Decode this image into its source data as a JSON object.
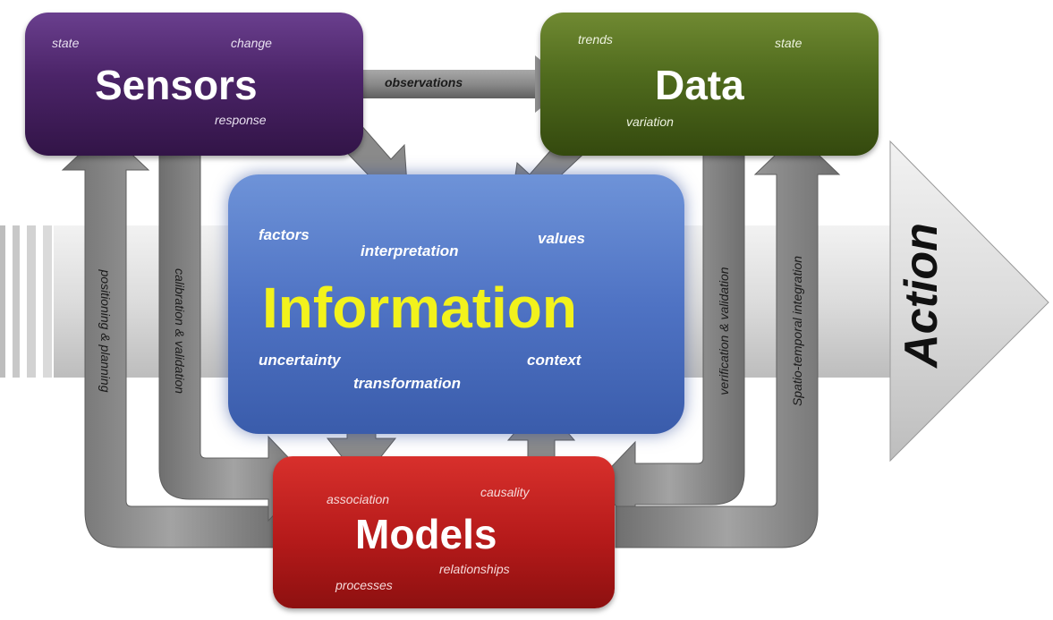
{
  "sensors": {
    "title": "Sensors",
    "keywords": [
      "state",
      "change",
      "response"
    ]
  },
  "data": {
    "title": "Data",
    "keywords": [
      "trends",
      "state",
      "variation"
    ]
  },
  "information": {
    "title": "Information",
    "keywords": [
      "factors",
      "interpretation",
      "values",
      "uncertainty",
      "context",
      "transformation"
    ]
  },
  "models": {
    "title": "Models",
    "keywords": [
      "association",
      "causality",
      "relationships",
      "processes"
    ]
  },
  "action": {
    "label": "Action"
  },
  "arrows": {
    "observations": "observations",
    "positioning": "positioning & planning",
    "calibration": "calibration & validation",
    "verification": "verification & validation",
    "spatio_temporal": "Spatio-temporal integration"
  },
  "colors": {
    "sensors": "#4b2468",
    "data": "#4f6a1d",
    "information": "#4f73c4",
    "information_title": "#f2f21c",
    "models": "#b51a1a",
    "arrow": "#8a8a8a",
    "action": "#d6d6d6"
  }
}
